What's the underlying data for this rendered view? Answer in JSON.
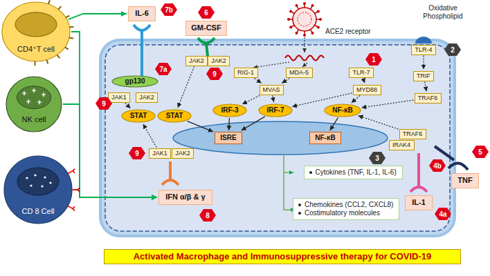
{
  "diagram": {
    "title": "Activated Macrophage and Immunosuppressive therapy for COVID-19",
    "nodes": [
      {
        "text": [
          "CD4⁺T cell"
        ]
      },
      {
        "text": [
          "NK cell"
        ]
      },
      {
        "text": [
          "CD 8 Cell"
        ]
      },
      {
        "text": [
          "IL-6"
        ]
      },
      {
        "text": [
          "GM-CSF"
        ]
      },
      {
        "text": [
          "TLR-4"
        ]
      },
      {
        "text": [
          "gp130"
        ]
      },
      {
        "text": [
          "JAK1"
        ]
      },
      {
        "text": [
          "JAK2"
        ]
      },
      {
        "text": [
          "JAK2"
        ]
      },
      {
        "text": [
          "JAK2"
        ]
      },
      {
        "text": [
          "RIG-1"
        ]
      },
      {
        "text": [
          "MDA-5"
        ]
      },
      {
        "text": [
          "TLR-7"
        ]
      },
      {
        "text": [
          "TRIF"
        ]
      },
      {
        "text": [
          "MVAS"
        ]
      },
      {
        "text": [
          "MYD88"
        ]
      },
      {
        "text": [
          "TRAF6"
        ]
      },
      {
        "text": [
          "STAT"
        ]
      },
      {
        "text": [
          "STAT"
        ]
      },
      {
        "text": [
          "IRF-3"
        ]
      },
      {
        "text": [
          "IRF-7"
        ]
      },
      {
        "text": [
          "NF-κB"
        ]
      },
      {
        "text": [
          "ISRE"
        ]
      },
      {
        "text": [
          "NF-κB"
        ]
      },
      {
        "text": [
          "JAK1"
        ]
      },
      {
        "text": [
          "JAK2"
        ]
      },
      {
        "text": [
          "TRAF6"
        ]
      },
      {
        "text": [
          "IRAK4"
        ]
      },
      {
        "text": [
          "TNF"
        ]
      },
      {
        "text": [
          "IL-1"
        ]
      },
      {
        "text": [
          "IFN α/β & γ"
        ]
      },
      {
        "text": [
          "Cytokines (TNF, IL-1, IL-6)"
        ]
      },
      {
        "text": [
          "Chemokines (CCL2, CXCL8)",
          "Costimulatory molecules"
        ]
      }
    ],
    "edges": [
      {
        "from": 0,
        "to": 3,
        "arrow": "to"
      },
      {
        "from": 0,
        "to": 31,
        "arrow": "to"
      },
      {
        "from": 1,
        "to": 31,
        "arrow": "to"
      },
      {
        "from": 2,
        "to": 31,
        "arrow": "to"
      },
      {
        "from": 7,
        "to": 18,
        "arrow": "to"
      },
      {
        "from": 9,
        "to": 19,
        "arrow": "to"
      },
      {
        "from": 25,
        "to": 18,
        "arrow": "to"
      },
      {
        "from": 11,
        "to": 15,
        "arrow": "to"
      },
      {
        "from": 12,
        "to": 15,
        "arrow": "to"
      },
      {
        "from": 15,
        "to": 20,
        "arrow": "to"
      },
      {
        "from": 15,
        "to": 21,
        "arrow": "to"
      },
      {
        "from": 13,
        "to": 16,
        "arrow": "to"
      },
      {
        "from": 16,
        "to": 21,
        "arrow": "to"
      },
      {
        "from": 16,
        "to": 22,
        "arrow": "to"
      },
      {
        "from": 5,
        "to": 14,
        "arrow": "to"
      },
      {
        "from": 14,
        "to": 17,
        "arrow": "to"
      },
      {
        "from": 17,
        "to": 22,
        "arrow": "to"
      },
      {
        "from": 27,
        "to": 22,
        "arrow": "to"
      },
      {
        "from": 19,
        "to": 23,
        "arrow": "to"
      },
      {
        "from": 20,
        "to": 23,
        "arrow": "to"
      },
      {
        "from": 21,
        "to": 23,
        "arrow": "to"
      },
      {
        "from": 22,
        "to": 24,
        "arrow": "to"
      }
    ],
    "labels": [
      "7b",
      "6",
      "ACE2 receptor",
      "Oxidative Phospholipid",
      "2",
      "7a",
      "9",
      "9",
      "1",
      "9",
      "3",
      "4b",
      "5",
      "4a",
      "8"
    ]
  }
}
